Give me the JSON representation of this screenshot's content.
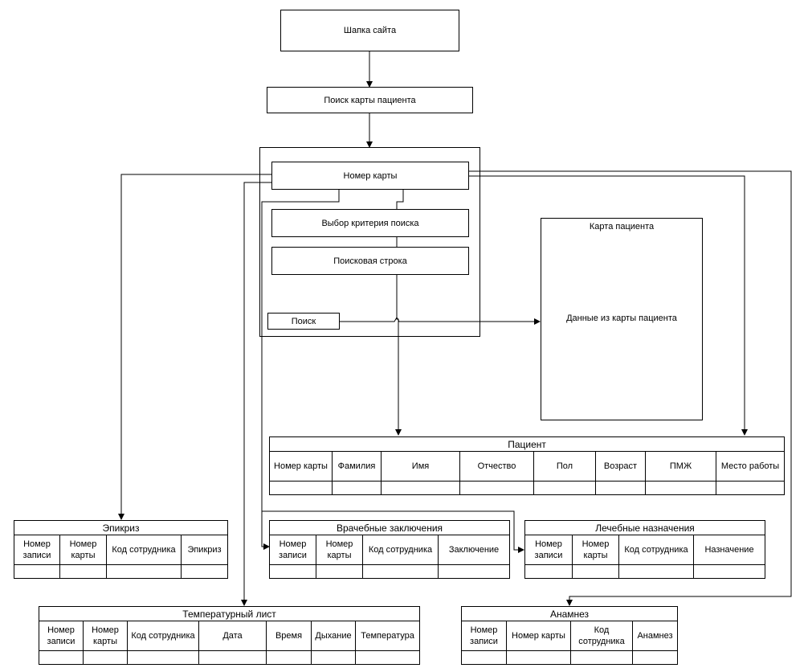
{
  "nodes": {
    "header": "Шапка сайта",
    "search_card": "Поиск карты пациента",
    "card_number": "Номер карты",
    "criteria": "Выбор критерия поиска",
    "search_line": "Поисковая строка",
    "search_button": "Поиск",
    "patient_card_title": "Карта пациента",
    "patient_card_body": "Данные из карты пациента"
  },
  "tables": {
    "patient": {
      "title": "Пациент",
      "columns": [
        "Номер карты",
        "Фамилия",
        "Имя",
        "Отчество",
        "Пол",
        "Возраст",
        "ПМЖ",
        "Место работы"
      ]
    },
    "epicrisis": {
      "title": "Эпикриз",
      "columns": [
        "Номер записи",
        "Номер карты",
        "Код сотрудника",
        "Эпикриз"
      ]
    },
    "conclusions": {
      "title": "Врачебные заключения",
      "columns": [
        "Номер записи",
        "Номер карты",
        "Код сотрудника",
        "Заключение"
      ]
    },
    "prescriptions": {
      "title": "Лечебные назначения",
      "columns": [
        "Номер записи",
        "Номер карты",
        "Код сотрудника",
        "Назначение"
      ]
    },
    "temperature": {
      "title": "Температурный лист",
      "columns": [
        "Номер записи",
        "Номер карты",
        "Код сотрудника",
        "Дата",
        "Время",
        "Дыхание",
        "Температура"
      ]
    },
    "anamnesis": {
      "title": "Анамнез",
      "columns": [
        "Номер записи",
        "Номер карты",
        "Код сотрудника",
        "Анамнез"
      ]
    }
  }
}
